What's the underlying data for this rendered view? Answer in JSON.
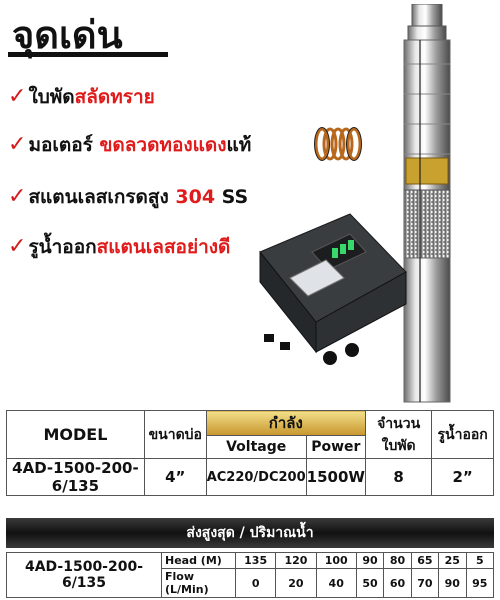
{
  "title": "จุดเด่น",
  "features": [
    {
      "plain": "ใบพัด",
      "highlight": "สลัดทราย",
      "after": ""
    },
    {
      "plain": "มอเตอร์ ",
      "highlight": "ขดลวดทองแดง",
      "after": "แท้"
    },
    {
      "plain": "สแตนเลสเกรดสูง ",
      "highlight": "304",
      "after": " SS"
    },
    {
      "plain": "รูน้ำออก",
      "highlight": "สแตนเลสอย่างดี",
      "after": ""
    }
  ],
  "colors": {
    "accent": "#e01b1b",
    "gold": "#d4a43c"
  },
  "spec_table": {
    "headers": {
      "model": "MODEL",
      "size": "ขนาดบ่อ",
      "power_group": "กำลัง",
      "voltage": "Voltage",
      "power": "Power",
      "impeller_count": "จำนวนใบพัด",
      "outlet": "รูน้ำออก"
    },
    "row": {
      "model": "4AD-1500-200-6/135",
      "size": "4”",
      "voltage": "AC220/DC200",
      "power": "1500W",
      "impeller_count": "8",
      "outlet": "2”"
    }
  },
  "performance": {
    "title": "ส่งสูงสุด / ปริมาณน้ำ",
    "model": "4AD-1500-200-6/135",
    "head_label": "Head (M)",
    "flow_label": "Flow (L/Min)",
    "head": [
      "135",
      "120",
      "100",
      "90",
      "80",
      "65",
      "25",
      "5"
    ],
    "flow": [
      "0",
      "20",
      "40",
      "50",
      "60",
      "70",
      "90",
      "95"
    ]
  }
}
